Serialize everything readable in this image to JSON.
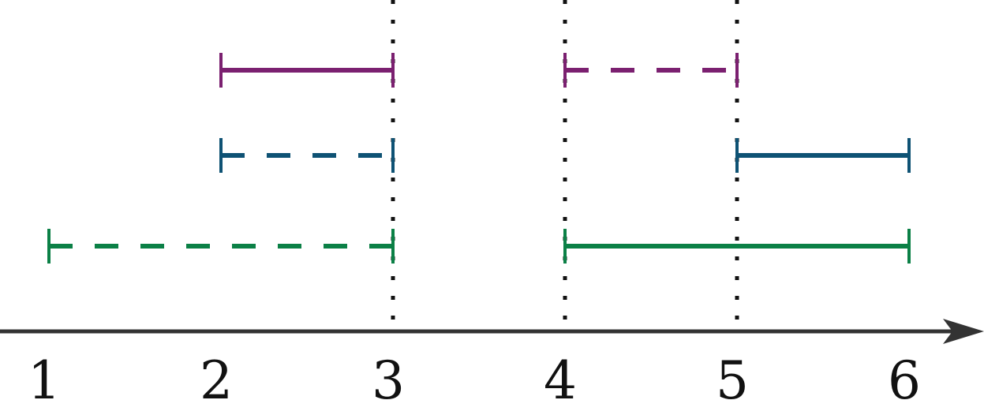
{
  "diagram": {
    "axis": {
      "color": "#333333",
      "ticks": [
        1,
        2,
        3,
        4,
        5,
        6
      ]
    },
    "markers": {
      "values": [
        3,
        4,
        5
      ],
      "style": "dotted",
      "color": "#111111"
    },
    "rows": [
      {
        "color": "#7b2070",
        "segments": [
          {
            "from": 2,
            "to": 3,
            "style": "solid"
          },
          {
            "from": 4,
            "to": 5,
            "style": "dashed"
          }
        ]
      },
      {
        "color": "#0e5274",
        "segments": [
          {
            "from": 2,
            "to": 3,
            "style": "dashed"
          },
          {
            "from": 5,
            "to": 6,
            "style": "solid"
          }
        ]
      },
      {
        "color": "#0b8046",
        "segments": [
          {
            "from": 1,
            "to": 3,
            "style": "dashed"
          },
          {
            "from": 4,
            "to": 6,
            "style": "solid"
          }
        ]
      }
    ]
  }
}
